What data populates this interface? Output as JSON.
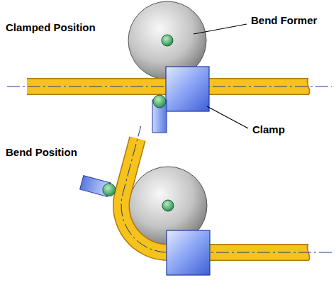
{
  "diagram": {
    "labels": [
      "Clamped Position",
      "Bend Former",
      "Clamp",
      "Bend Position"
    ]
  }
}
